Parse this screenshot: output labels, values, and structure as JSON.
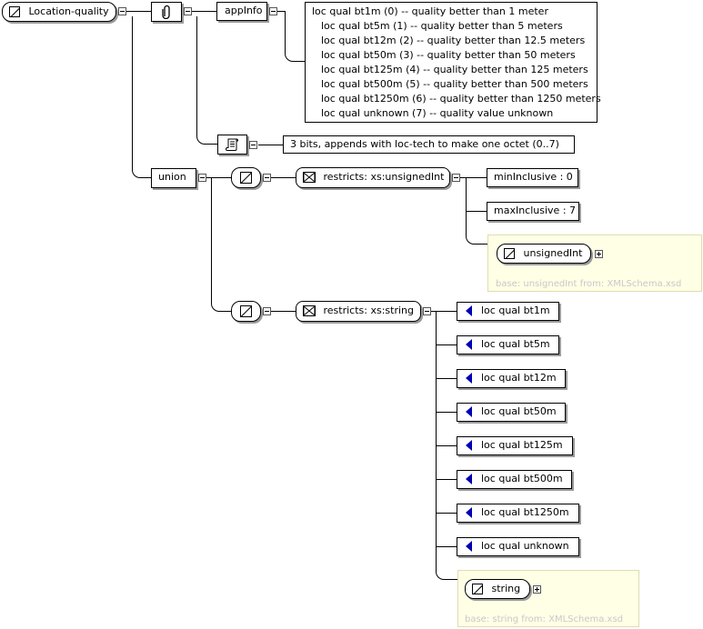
{
  "root": {
    "label": "Location-quality",
    "icon": "simple-type-icon"
  },
  "annotation": {
    "icon": "annotation-clip-icon"
  },
  "appinfo": {
    "label": "appInfo",
    "lines": [
      "loc qual bt1m (0) -- quality better than 1 meter",
      "loc qual bt5m (1) -- quality better than 5 meters",
      "loc qual bt12m (2) -- quality better than 12.5 meters",
      "loc qual bt50m (3) -- quality better than 50 meters",
      "loc qual bt125m (4) -- quality better than 125 meters",
      "loc qual bt500m (5) -- quality better than 500 meters",
      "loc qual bt1250m (6) -- quality better than 1250 meters",
      "loc qual unknown (7) -- quality value unknown"
    ]
  },
  "documentation": {
    "icon": "documentation-scroll-icon",
    "text": "3 bits,  appends with loc-tech to make one octet  (0..7)"
  },
  "union": {
    "label": "union"
  },
  "member1": {
    "restriction": "restricts: xs:unsignedInt",
    "facets": [
      "minInclusive : 0",
      "maxInclusive : 7"
    ],
    "base_type": "unsignedInt",
    "base_note": "base: unsignedInt from: XMLSchema.xsd"
  },
  "member2": {
    "restriction": "restricts: xs:string",
    "enumerations": [
      "loc qual bt1m",
      "loc qual bt5m",
      "loc qual bt12m",
      "loc qual bt50m",
      "loc qual bt125m",
      "loc qual bt500m",
      "loc qual bt1250m",
      "loc qual unknown"
    ],
    "base_type": "string",
    "base_note": "base: string from: XMLSchema.xsd"
  },
  "colors": {
    "enum_marker": "#0000b4",
    "base_panel": "#ffffe6",
    "base_text": "#c8c8c8"
  }
}
